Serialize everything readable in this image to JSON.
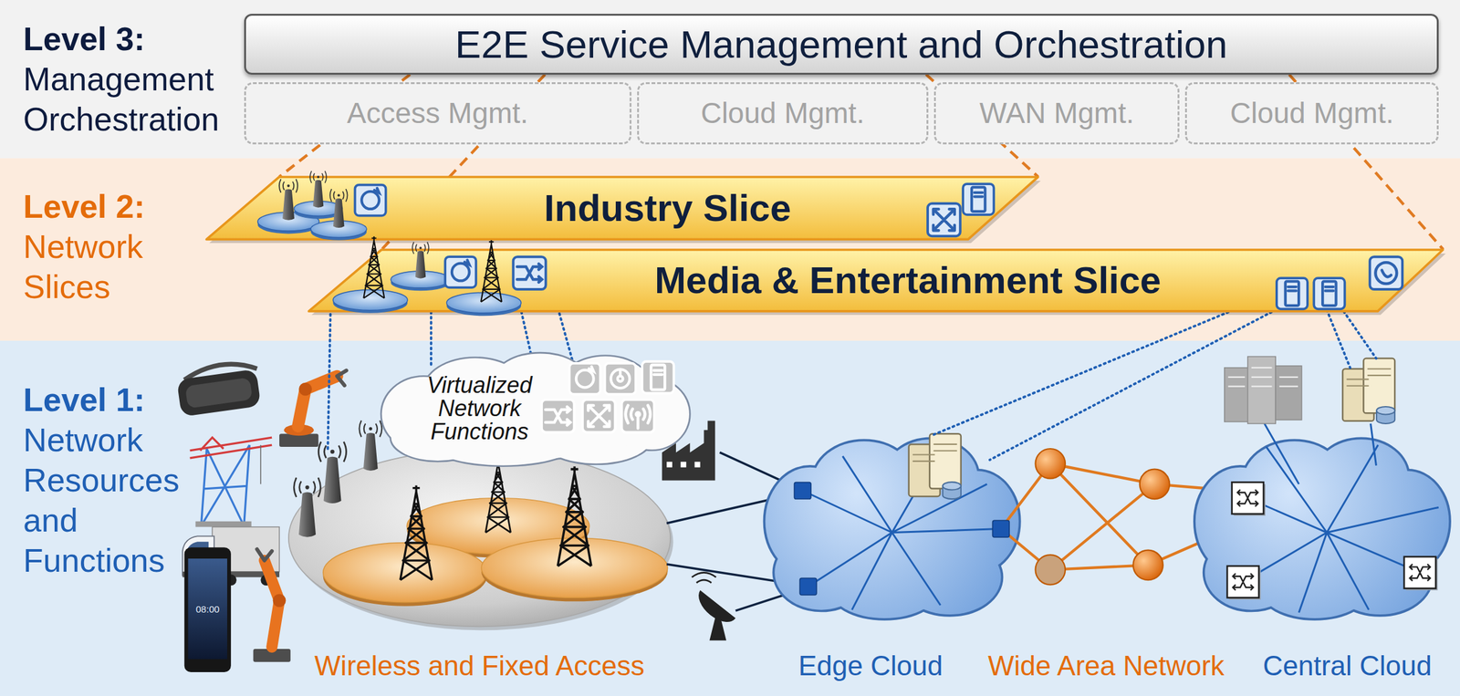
{
  "diagram": {
    "nodes": [
      {
        "text": [
          "Level 3:",
          "Management Orchestration"
        ]
      },
      {
        "text": [
          "E2E Service Management and Orchestration"
        ],
        "in": 0
      },
      {
        "text": [
          "Access Mgmt."
        ],
        "in": 0
      },
      {
        "text": [
          "Cloud Mgmt."
        ],
        "in": 0
      },
      {
        "text": [
          "WAN Mgmt."
        ],
        "in": 0
      },
      {
        "text": [
          "Cloud Mgmt."
        ],
        "in": 0
      },
      {
        "text": [
          "Level 2:",
          "Network Slices"
        ]
      },
      {
        "text": [
          "Industry Slice"
        ],
        "in": 6
      },
      {
        "text": [
          "Media & Entertainment Slice"
        ],
        "in": 6
      },
      {
        "text": [
          "Level 1:",
          "Network Resources and Functions"
        ]
      },
      {
        "text": [
          "Virtualized Network Functions"
        ],
        "in": 9
      }
    ],
    "edges": [
      {
        "from": 1,
        "to": 7,
        "arrow": "none"
      },
      {
        "from": 1,
        "to": 8,
        "arrow": "none"
      }
    ],
    "labels": [
      "08:00",
      "Wireless and Fixed Access",
      "Edge Cloud",
      "Wide Area Network",
      "Central Cloud"
    ]
  }
}
